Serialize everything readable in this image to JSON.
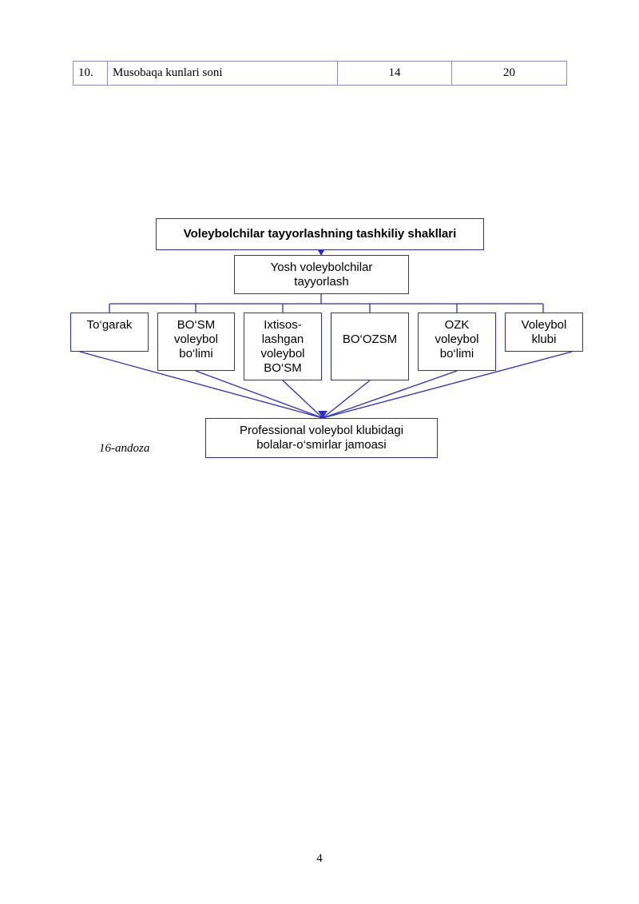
{
  "table": {
    "row": {
      "num": "10.",
      "label": "Musobaqa kunlari soni",
      "v1": "14",
      "v2": "20"
    }
  },
  "diagram": {
    "title": "Voleybolchilar tayyorlashning tashkiliy shakllari",
    "root": "Yosh voleybolchilar\ntayyorlash",
    "children": [
      "To‘garak",
      "BO‘SM\nvoleybol\nbo‘limi",
      "Ixtisos-\nlashgan\nvoleybol\nBO‘SM",
      "BO‘OZSM",
      "OZK\nvoleybol\nbo‘limi",
      "Voleybol\nklubi"
    ],
    "target": "Professional voleybol klubidagi\nbolalar-o‘smirlar jamoasi",
    "line_color": "#2b2bd0"
  },
  "caption": "16-andoza",
  "page_number": "4"
}
